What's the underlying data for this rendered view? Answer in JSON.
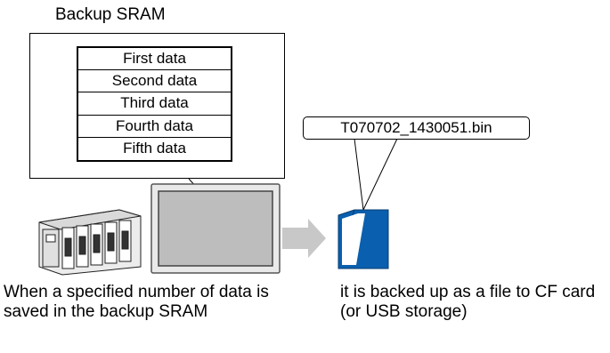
{
  "title": "Backup SRAM",
  "sram_rows": [
    "First data",
    "Second data",
    "Third data",
    "Fourth data",
    "Fifth data"
  ],
  "file_name": "T070702_1430051.bin",
  "caption_left": "When a specified number of data is saved in the backup SRAM",
  "caption_right": "it is backed up as a file to CF card (or USB storage)",
  "colors": {
    "card_blue": "#0a5fae",
    "arrow_gray": "#c8c8c8",
    "screen_gray": "#bdbdbd"
  }
}
